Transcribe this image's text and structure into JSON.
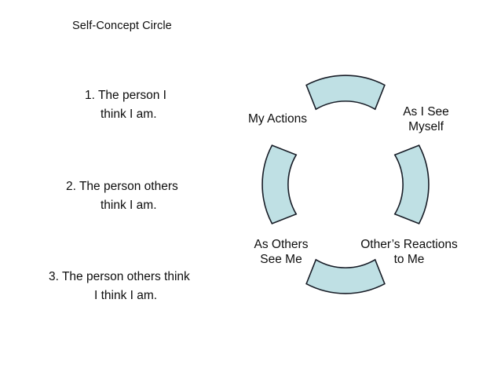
{
  "slide": {
    "title": "Self-Concept Circle",
    "background_color": "#ffffff",
    "text_color": "#0d0d0d"
  },
  "list": {
    "items": [
      {
        "number": "1.",
        "line1": "1.   The person I",
        "line2": "think I am."
      },
      {
        "number": "2.",
        "line1": "2. The person others",
        "line2": "think I am."
      },
      {
        "number": "3.",
        "line1": "3. The person others think",
        "line2": "I think I am."
      }
    ]
  },
  "diagram": {
    "name": "self-concept-circle",
    "arc_fill_color": "#bfe0e4",
    "arc_stroke_color": "#171c26",
    "segments": [
      {
        "position": "top",
        "label_line1": "My Actions",
        "label_line2": ""
      },
      {
        "position": "right",
        "label_line1": "As I See",
        "label_line2": "Myself"
      },
      {
        "position": "bottom",
        "label_line1": "Other’s Reactions",
        "label_line2": "to Me"
      },
      {
        "position": "left",
        "label_line1": "As Others",
        "label_line2": "See Me"
      }
    ]
  }
}
